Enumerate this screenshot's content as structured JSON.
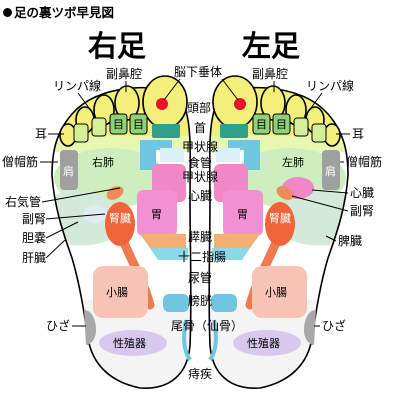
{
  "header": {
    "title": "足の裏ツボ早見図"
  },
  "feet": {
    "right": "右足",
    "left": "左足"
  },
  "center": {
    "pituitary": "脳下垂体",
    "head": "頭部",
    "neck": "首",
    "thyroid": "甲状腺",
    "esophagus": "食管",
    "parathyroid": "甲状腺",
    "heart": "心臓",
    "pancreas": "膵臓",
    "duodenum": "十二指腸",
    "ureter": "尿管",
    "bladder": "膀胱",
    "coccyx": "尾骨（仙骨）",
    "hemorrhoids": "痔疾"
  },
  "right_side": {
    "sinus": "副鼻腔",
    "lymph": "リンパ線",
    "ear": "耳",
    "trapezius": "僧帽筋",
    "shoulder": "肩",
    "lung": "右肺",
    "bronchus": "右気管",
    "adrenal": "副腎",
    "gallbladder": "胆嚢",
    "liver": "肝臓",
    "knee": "ひざ",
    "eye": "目",
    "kidney": "腎臓",
    "stomach": "胃",
    "small_intestine": "小腸",
    "genital": "性殖器"
  },
  "left_side": {
    "sinus": "副鼻腔",
    "lymph": "リンパ線",
    "ear": "耳",
    "trapezius": "僧帽筋",
    "shoulder": "肩",
    "lung": "左肺",
    "heart": "心臓",
    "adrenal": "副腎",
    "spleen": "脾臓",
    "knee": "ひざ",
    "eye": "目",
    "kidney": "腎臓",
    "stomach": "胃",
    "small_intestine": "小腸",
    "genital": "性殖器"
  },
  "colors": {
    "toe_yellow": "#f4ef7a",
    "eye_green": "#8fd07a",
    "neck_teal": "#2fa08a",
    "thyroid_blue": "#6fc6e0",
    "lung_green": "#cfeec0",
    "heart_pink": "#f088c8",
    "stomach_pink": "#f291d2",
    "kidney_red": "#f0643a",
    "ureter_orange": "#f07a50",
    "intestine_salmon": "#f7c3b4",
    "genital_lavender": "#d8c8ee",
    "knee_gray": "#a8a8a8",
    "pituitary_red": "#e8102a",
    "pancreas_orange": "#f4b070",
    "duodenum_cyan": "#8ad8e8",
    "bladder_blue": "#6fc6e0",
    "heel_gray": "#e8e8e8"
  }
}
